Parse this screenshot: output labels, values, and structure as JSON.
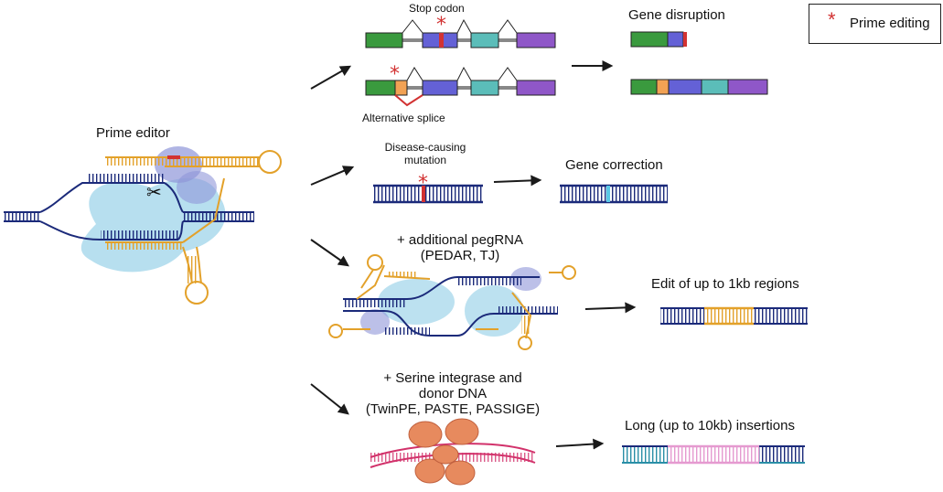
{
  "legend": {
    "symbol": "*",
    "label": "Prime editing",
    "symbol_color": "#d23232"
  },
  "labels": {
    "stop_codon": "Stop codon",
    "gene_disruption": "Gene disruption",
    "alternative_splice": "Alternative splice",
    "prime_editor": "Prime editor",
    "disease_mutation_line1": "Disease-causing",
    "disease_mutation_line2": "mutation",
    "gene_correction": "Gene correction",
    "pegrna_line1": "+ additional pegRNA",
    "pegrna_line2": "(PEDAR, TJ)",
    "edit_1kb": "Edit of up to 1kb regions",
    "serine_line1": "+ Serine integrase and",
    "serine_line2": "donor DNA",
    "serine_line3": "(TwinPE, PASTE, PASSIGE)",
    "long_insertions": "Long (up to 10kb) insertions"
  },
  "colors": {
    "exon_green": "#3a9a3e",
    "exon_blue": "#6461d6",
    "exon_teal": "#5bbdb9",
    "exon_purple": "#8f57c8",
    "exon_orange": "#f2a254",
    "stop_red": "#d23232",
    "dna_navy": "#1b2a7a",
    "dna_orange": "#e3a12a",
    "protein_blue": "#9fd4ea",
    "cas_lavender": "#8f96d8",
    "integrase": "#e78a5e",
    "dna_pink": "#e0508f",
    "dna_teal": "#2a8fa7",
    "arrow": "#1a1a1a"
  }
}
